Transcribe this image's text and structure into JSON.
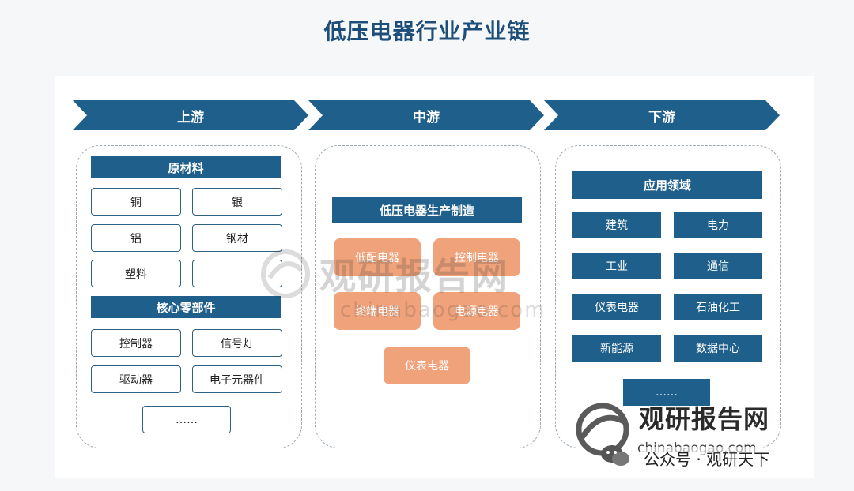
{
  "title": "低压电器行业产业链",
  "stages": {
    "upstream": "上游",
    "midstream": "中游",
    "downstream": "下游"
  },
  "upstream": {
    "raw_materials_header": "原材料",
    "raw_materials": [
      "铜",
      "银",
      "铝",
      "钢材",
      "塑料",
      ""
    ],
    "components_header": "核心零部件",
    "components": [
      "控制器",
      "信号灯",
      "驱动器",
      "电子元器件"
    ],
    "more": "……"
  },
  "midstream": {
    "header": "低压电器生产制造",
    "items": [
      "低配电器",
      "控制电器",
      "终端电器",
      "电源电器",
      "仪表电器"
    ]
  },
  "downstream": {
    "header": "应用领域",
    "items": [
      "建筑",
      "电力",
      "工业",
      "通信",
      "仪表电器",
      "石油化工",
      "新能源",
      "数据中心"
    ],
    "more": "……"
  },
  "watermark": {
    "brand": "观研报告网",
    "url": "chinabaogao.com",
    "public_account": "公众号 · 观研天下"
  }
}
